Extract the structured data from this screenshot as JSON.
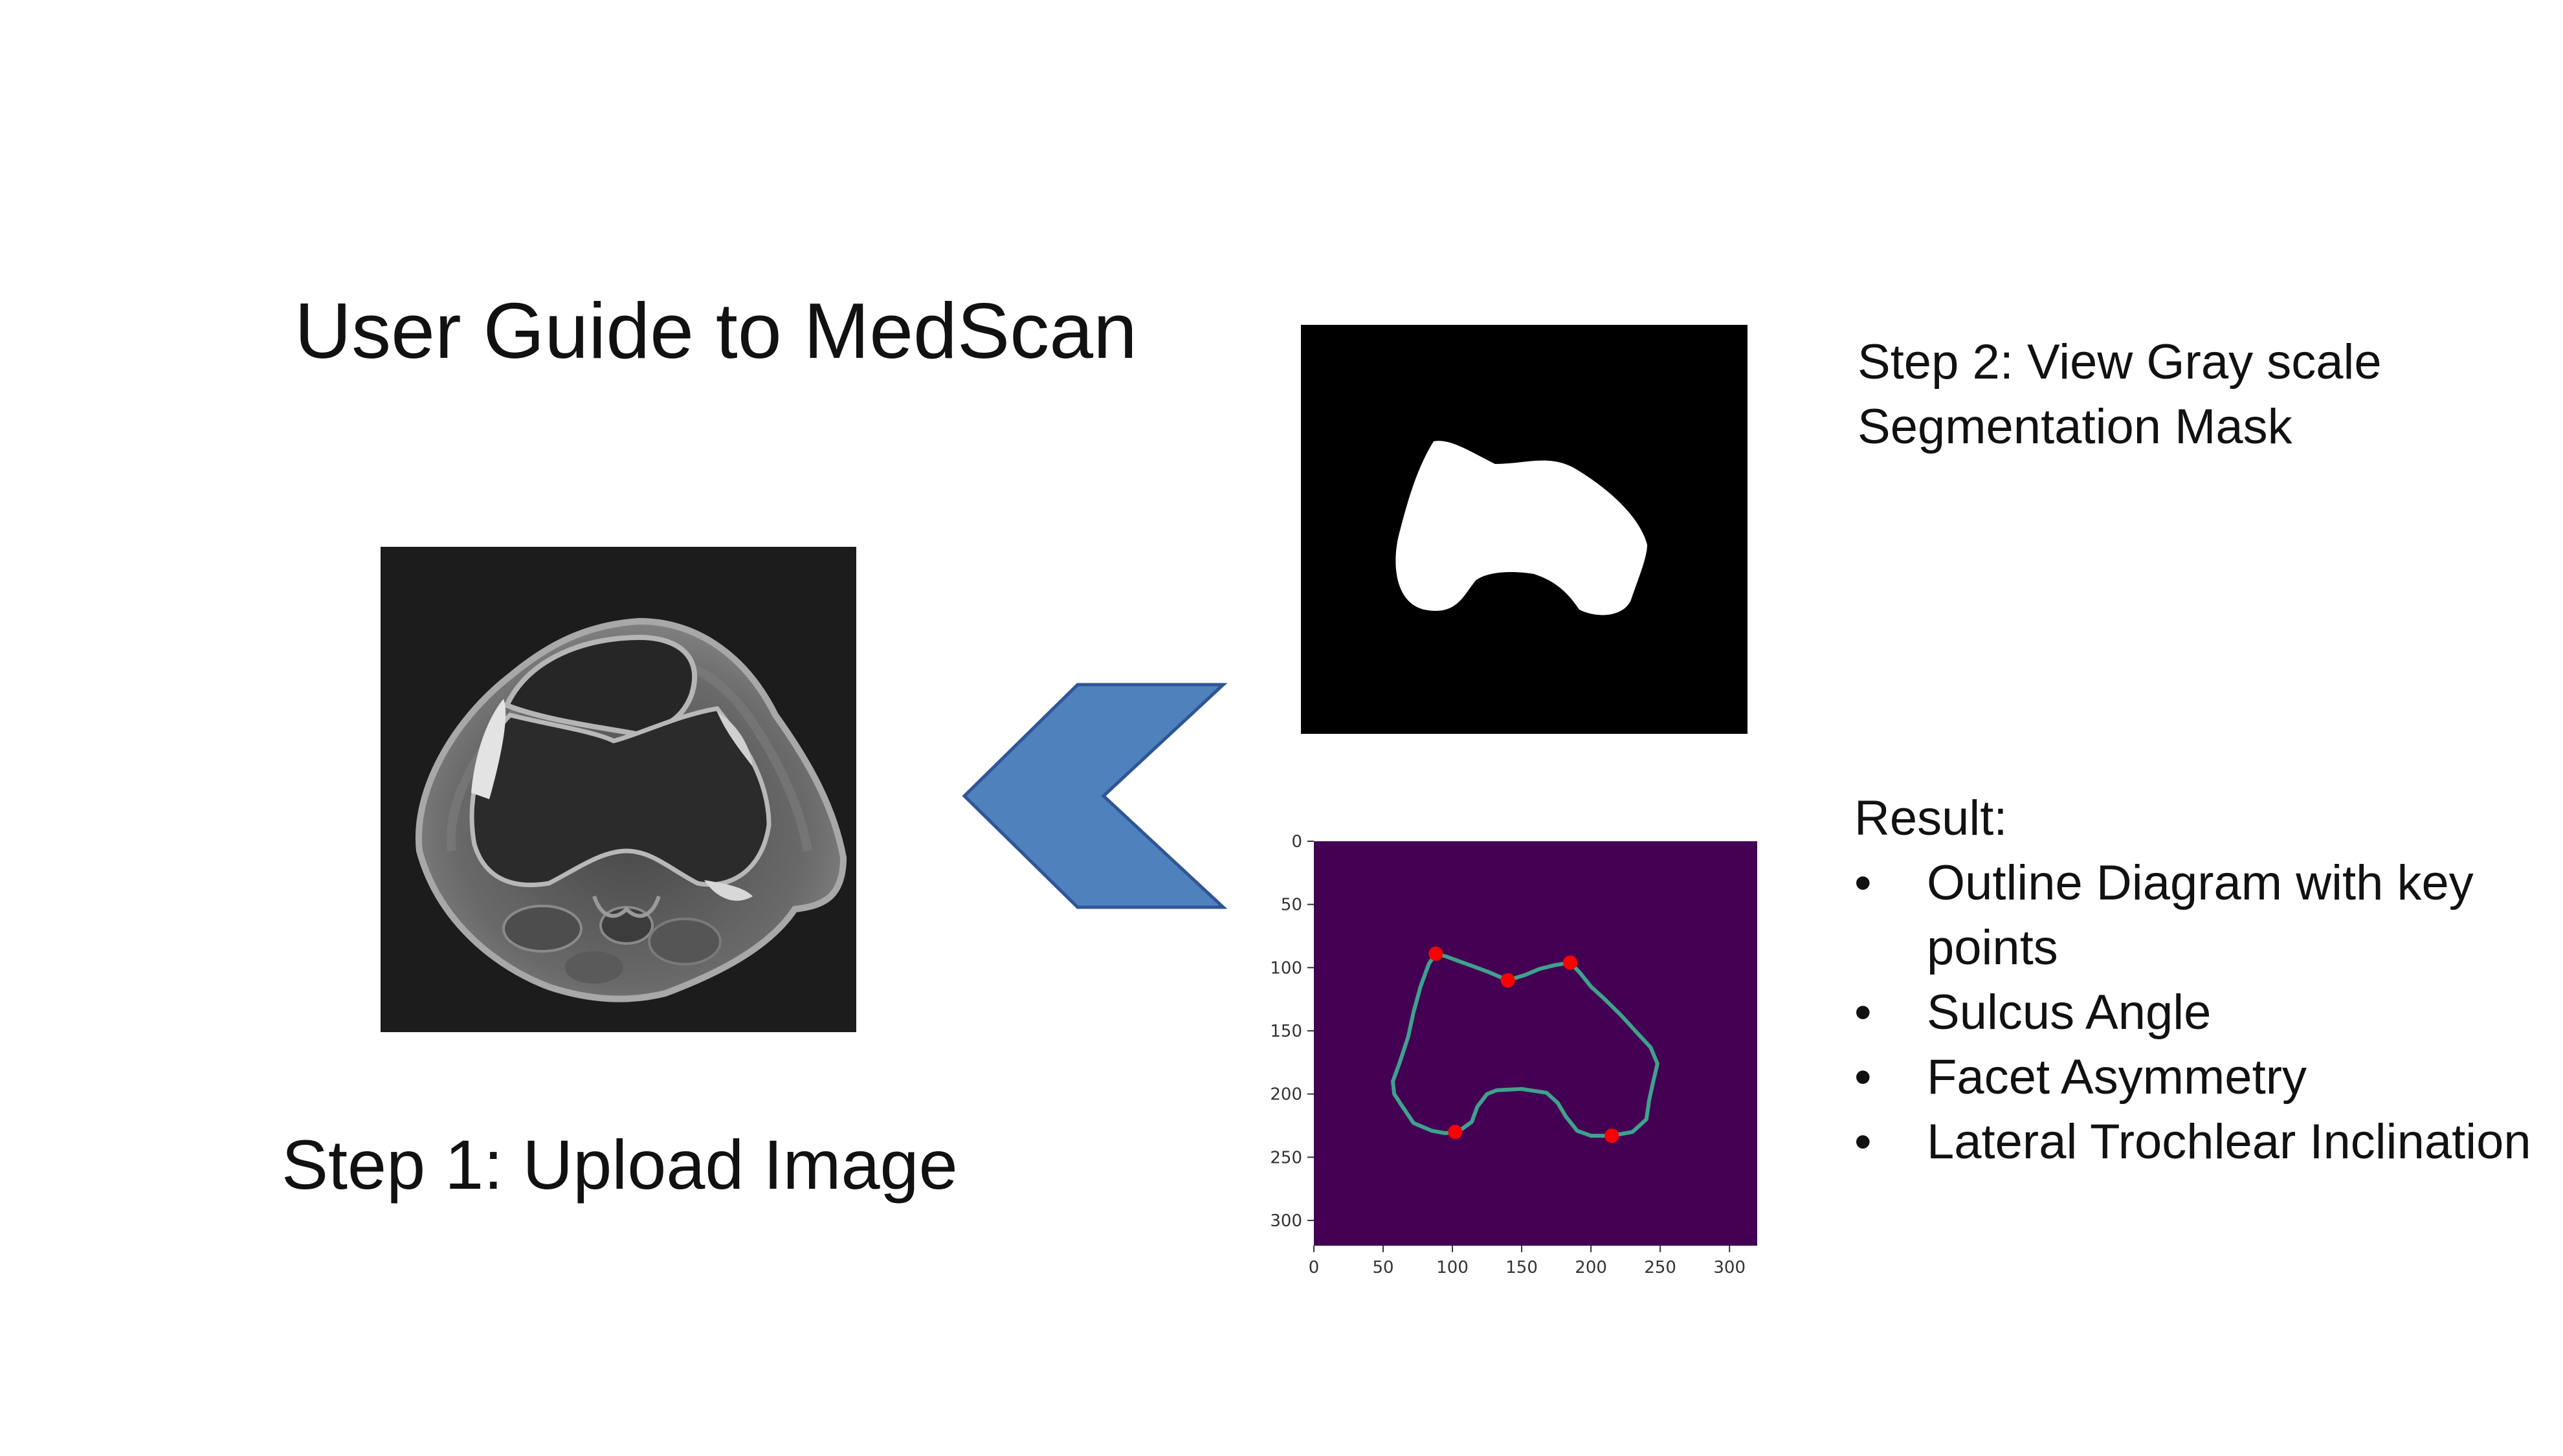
{
  "page": {
    "title": "User Guide to MedScan",
    "step1_label": "Step 1: Upload Image",
    "step2_label": "Step 2: View Gray scale Segmentation Mask",
    "result_heading": "Result:",
    "bullet_glyph": "•",
    "result_items": [
      "Outline Diagram with key points",
      "Sulcus Angle",
      "Facet Asymmetry",
      "Lateral Trochlear Inclination"
    ]
  },
  "images": {
    "mri": {
      "icon": "knee-mri-scan"
    },
    "mask": {
      "icon": "segmentation-mask",
      "background": "#000000",
      "foreground": "#ffffff"
    },
    "arrow": {
      "icon": "left-chevron-arrow",
      "fill": "#4f81bd",
      "stroke": "#2f5597"
    }
  },
  "chart_data": {
    "type": "scatter",
    "x_ticks": [
      0,
      50,
      100,
      150,
      200,
      250,
      300
    ],
    "y_ticks": [
      0,
      50,
      100,
      150,
      200,
      250,
      300
    ],
    "xlim": [
      0,
      320
    ],
    "ylim": [
      320,
      0
    ],
    "background": "#440154",
    "outline_color": "#3fa28c",
    "keypoint_color": "#ff0000",
    "outline": [
      [
        88,
        89
      ],
      [
        95,
        91
      ],
      [
        105,
        95
      ],
      [
        115,
        99
      ],
      [
        125,
        103
      ],
      [
        140,
        110
      ],
      [
        152,
        106
      ],
      [
        163,
        101
      ],
      [
        174,
        98
      ],
      [
        185,
        96
      ],
      [
        192,
        104
      ],
      [
        200,
        115
      ],
      [
        210,
        125
      ],
      [
        222,
        138
      ],
      [
        232,
        150
      ],
      [
        243,
        163
      ],
      [
        248,
        176
      ],
      [
        245,
        190
      ],
      [
        242,
        205
      ],
      [
        240,
        220
      ],
      [
        230,
        230
      ],
      [
        215,
        233
      ],
      [
        200,
        233
      ],
      [
        190,
        229
      ],
      [
        182,
        218
      ],
      [
        176,
        207
      ],
      [
        168,
        199
      ],
      [
        150,
        196
      ],
      [
        132,
        197
      ],
      [
        125,
        200
      ],
      [
        118,
        210
      ],
      [
        114,
        222
      ],
      [
        104,
        230
      ],
      [
        95,
        231
      ],
      [
        85,
        229
      ],
      [
        72,
        223
      ],
      [
        64,
        210
      ],
      [
        58,
        200
      ],
      [
        57,
        190
      ],
      [
        62,
        175
      ],
      [
        68,
        155
      ],
      [
        72,
        135
      ],
      [
        77,
        115
      ],
      [
        83,
        97
      ],
      [
        88,
        89
      ]
    ],
    "keypoints": [
      {
        "x": 88,
        "y": 89
      },
      {
        "x": 140,
        "y": 110
      },
      {
        "x": 185,
        "y": 96
      },
      {
        "x": 102,
        "y": 230
      },
      {
        "x": 215,
        "y": 233
      }
    ]
  }
}
